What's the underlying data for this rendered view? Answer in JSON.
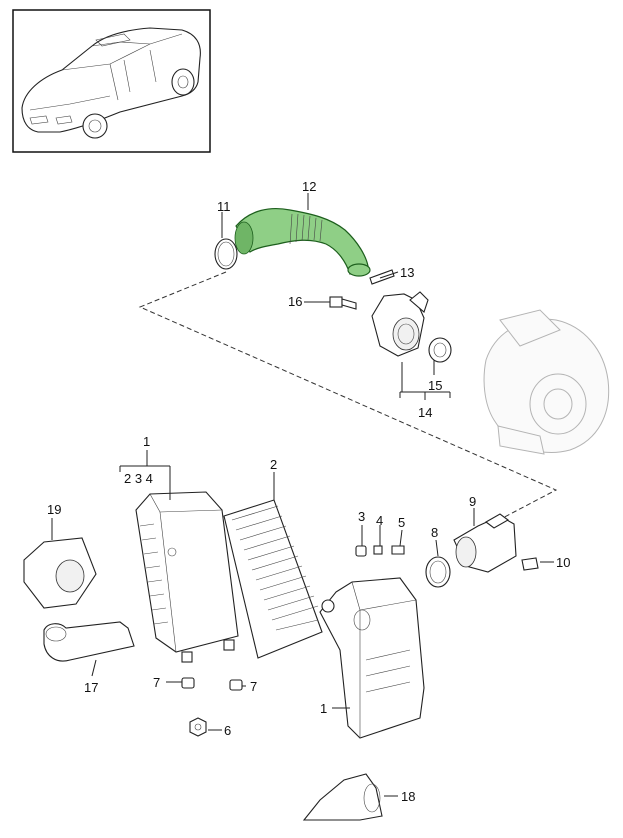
{
  "callouts": [
    {
      "id": "n1a",
      "text": "1"
    },
    {
      "id": "n2",
      "text": "2"
    },
    {
      "id": "n3",
      "text": "3"
    },
    {
      "id": "n4",
      "text": "4"
    },
    {
      "id": "n5",
      "text": "5"
    },
    {
      "id": "n6",
      "text": "6"
    },
    {
      "id": "n7a",
      "text": "7"
    },
    {
      "id": "n7b",
      "text": "7"
    },
    {
      "id": "n8",
      "text": "8"
    },
    {
      "id": "n9",
      "text": "9"
    },
    {
      "id": "n10",
      "text": "10"
    },
    {
      "id": "n11",
      "text": "11"
    },
    {
      "id": "n12",
      "text": "12"
    },
    {
      "id": "n13",
      "text": "13"
    },
    {
      "id": "n14",
      "text": "14"
    },
    {
      "id": "n15",
      "text": "15"
    },
    {
      "id": "n16",
      "text": "16"
    },
    {
      "id": "n17",
      "text": "17"
    },
    {
      "id": "n18",
      "text": "18"
    },
    {
      "id": "n19",
      "text": "19"
    },
    {
      "id": "n1b",
      "text": "1"
    }
  ],
  "group_label": "2 3 4",
  "colors": {
    "highlight": "#8fcf86",
    "line": "#222222",
    "ghost": "#b4b4b4"
  }
}
